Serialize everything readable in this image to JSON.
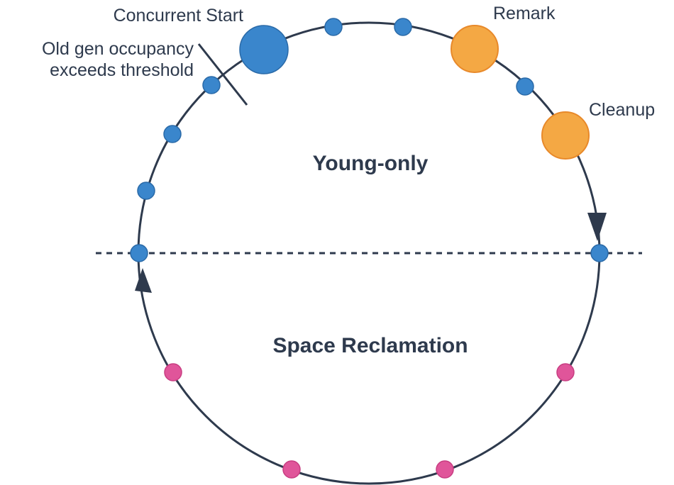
{
  "colors": {
    "line": "#2e3a4d",
    "young_gc": "#3a86cc",
    "young_gc_stroke": "#2a6aa8",
    "pause": "#f4a844",
    "pause_stroke": "#e8892a",
    "mixed_gc": "#e0559a",
    "mixed_gc_stroke": "#c83e82"
  },
  "labels": {
    "concurrent_start": "Concurrent Start",
    "threshold_line1": "Old gen occupancy",
    "threshold_line2": "exceeds threshold",
    "remark": "Remark",
    "cleanup": "Cleanup"
  },
  "phases": {
    "young_only": "Young-only",
    "space_reclamation": "Space Reclamation"
  },
  "legend_icons": {
    "young_gc_marker": "blue-dot-icon",
    "mixed_gc_marker": "pink-dot-icon",
    "pause_marker": "orange-circle-icon",
    "direction": "arrowhead-icon"
  }
}
